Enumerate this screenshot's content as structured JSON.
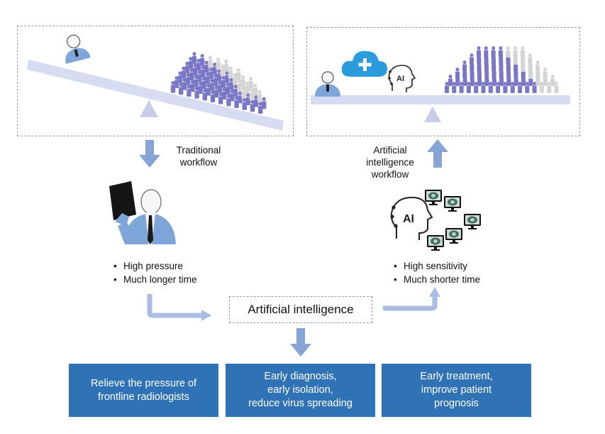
{
  "colors": {
    "beam": "#d6dcf1",
    "fulcrum": "#c7cde9",
    "crowd_active": "#7a78c6",
    "crowd_faded": "#d4d4d4",
    "arrow": "#86a4d6",
    "output_box": "#2f72b6",
    "cloud": "#2a9bdd",
    "doctor_coat": "#7ea6d8"
  },
  "icons": {
    "doctor": "doctor-icon",
    "cloud": "cloud-plus-icon",
    "ai_head": "ai-head-icon",
    "monitor": "ct-monitor-icon",
    "xray": "xray-film-icon",
    "crowd": "patient-crowd-icon"
  },
  "labels": {
    "traditional_line1": "Traditional",
    "traditional_line2": "workflow",
    "ai_workflow_line1": "Artificial",
    "ai_workflow_line2": "intelligence",
    "ai_workflow_line3": "workflow",
    "ai_head_text": "AI"
  },
  "left_bullets": [
    "High pressure",
    "Much longer time"
  ],
  "right_bullets": [
    "High sensitivity",
    "Much shorter time"
  ],
  "center_box": "Artificial intelligence",
  "outputs": [
    {
      "line1": "Relieve the pressure of",
      "line2": "frontline radiologists",
      "line3": ""
    },
    {
      "line1": "Early diagnosis,",
      "line2": "early isolation,",
      "line3": "reduce virus spreading"
    },
    {
      "line1": "Early treatment,",
      "line2": "improve patient",
      "line3": "prognosis"
    }
  ]
}
